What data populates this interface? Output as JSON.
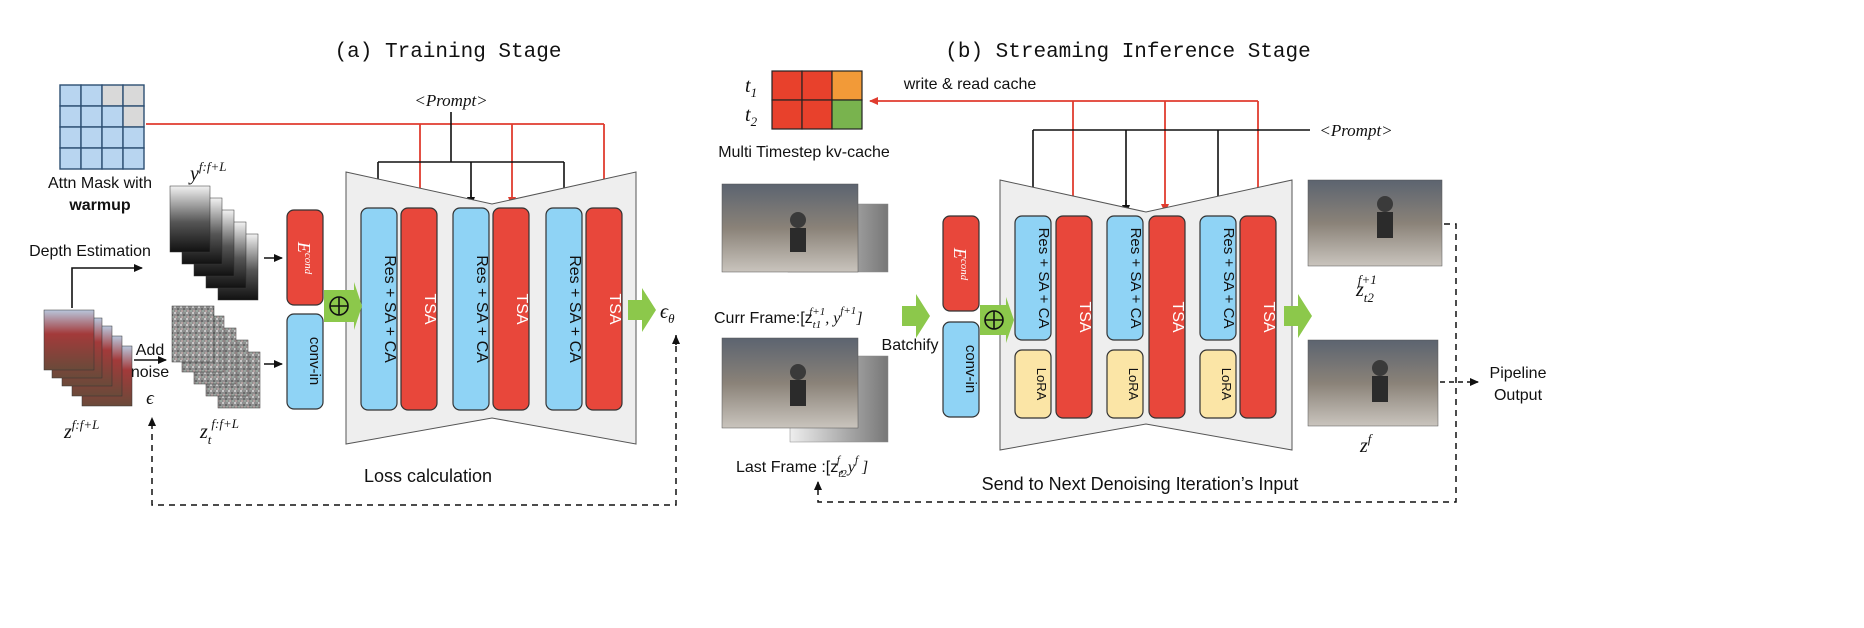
{
  "titles": {
    "training": "(a) Training Stage",
    "inference": "(b) Streaming Inference Stage"
  },
  "training": {
    "attn_mask_label_1": "Attn Mask with",
    "attn_mask_label_2": "warmup",
    "prompt": "<Prompt>",
    "depth_estimation": "Depth Estimation",
    "add_noise_1": "Add",
    "add_noise_2": "noise",
    "epsilon": "ϵ",
    "z_label": "z",
    "z_sup": "f:f+L",
    "zt_label": "z",
    "zt_sub": "t",
    "zt_sup": "f:f+L",
    "y_label": "y",
    "y_sup": "f:f+L",
    "econd": "E",
    "econd_sup": "cond",
    "conv_in": "conv-in",
    "plus": "⊕",
    "res_block": "Res + SA + CA",
    "tsa_block": "TSA",
    "output_eps": "ϵ",
    "output_eps_sub": "θ",
    "loss": "Loss calculation"
  },
  "inference": {
    "t1": "t",
    "t1_sub": "1",
    "t2": "t",
    "t2_sub": "2",
    "kv_cache_label": "Multi Timestep kv-cache",
    "write_read_cache": "write & read cache",
    "prompt": "<Prompt>",
    "curr_frame": "Curr Frame:[z",
    "curr_frame_sub": "t1",
    "curr_frame_sup": "f+1",
    "curr_frame_tail": ", y",
    "curr_frame_tail_sup": "f+1",
    "last_frame": "Last Frame :[z",
    "last_frame_sub": "t2",
    "last_frame_sup": "f",
    "last_frame_tail": ", y",
    "last_frame_tail_sup": "f",
    "batchify": "Batchify",
    "econd": "E",
    "econd_sup": "cond",
    "conv_in": "conv-in",
    "plus": "⊕",
    "res_block": "Res + SA + CA",
    "tsa_block": "TSA",
    "lora": "LoRA",
    "z_out_1": "z",
    "z_out_1_sub": "t2",
    "z_out_1_sup": "f+1",
    "z_out_2": "z",
    "z_out_2_sup": "f",
    "pipeline_output_1": "Pipeline",
    "pipeline_output_2": "Output",
    "send_next": "Send to Next Denoising Iteration’s Input"
  },
  "colors": {
    "res_block": "#8fd3f5",
    "tsa_block": "#e8473b",
    "econd": "#e8473b",
    "conv_in": "#8fd3f5",
    "lora": "#fbe5a6",
    "green_arrow": "#8cc84b",
    "red_line": "#e03c2f",
    "trapezoid": "#eeeeee",
    "mask_blue": "#b8d5f0",
    "mask_gray": "#d9d9d9",
    "cache_red": "#e8412c",
    "cache_orange": "#f29a38",
    "cache_green": "#79b34e"
  },
  "kv_cache_grid": [
    [
      "red",
      "red",
      "orange"
    ],
    [
      "red",
      "red",
      "green"
    ]
  ],
  "attn_mask_grid": [
    [
      "blue",
      "blue",
      "gray",
      "gray"
    ],
    [
      "blue",
      "blue",
      "blue",
      "gray"
    ],
    [
      "blue",
      "blue",
      "blue",
      "blue"
    ],
    [
      "blue",
      "blue",
      "blue",
      "blue"
    ]
  ]
}
